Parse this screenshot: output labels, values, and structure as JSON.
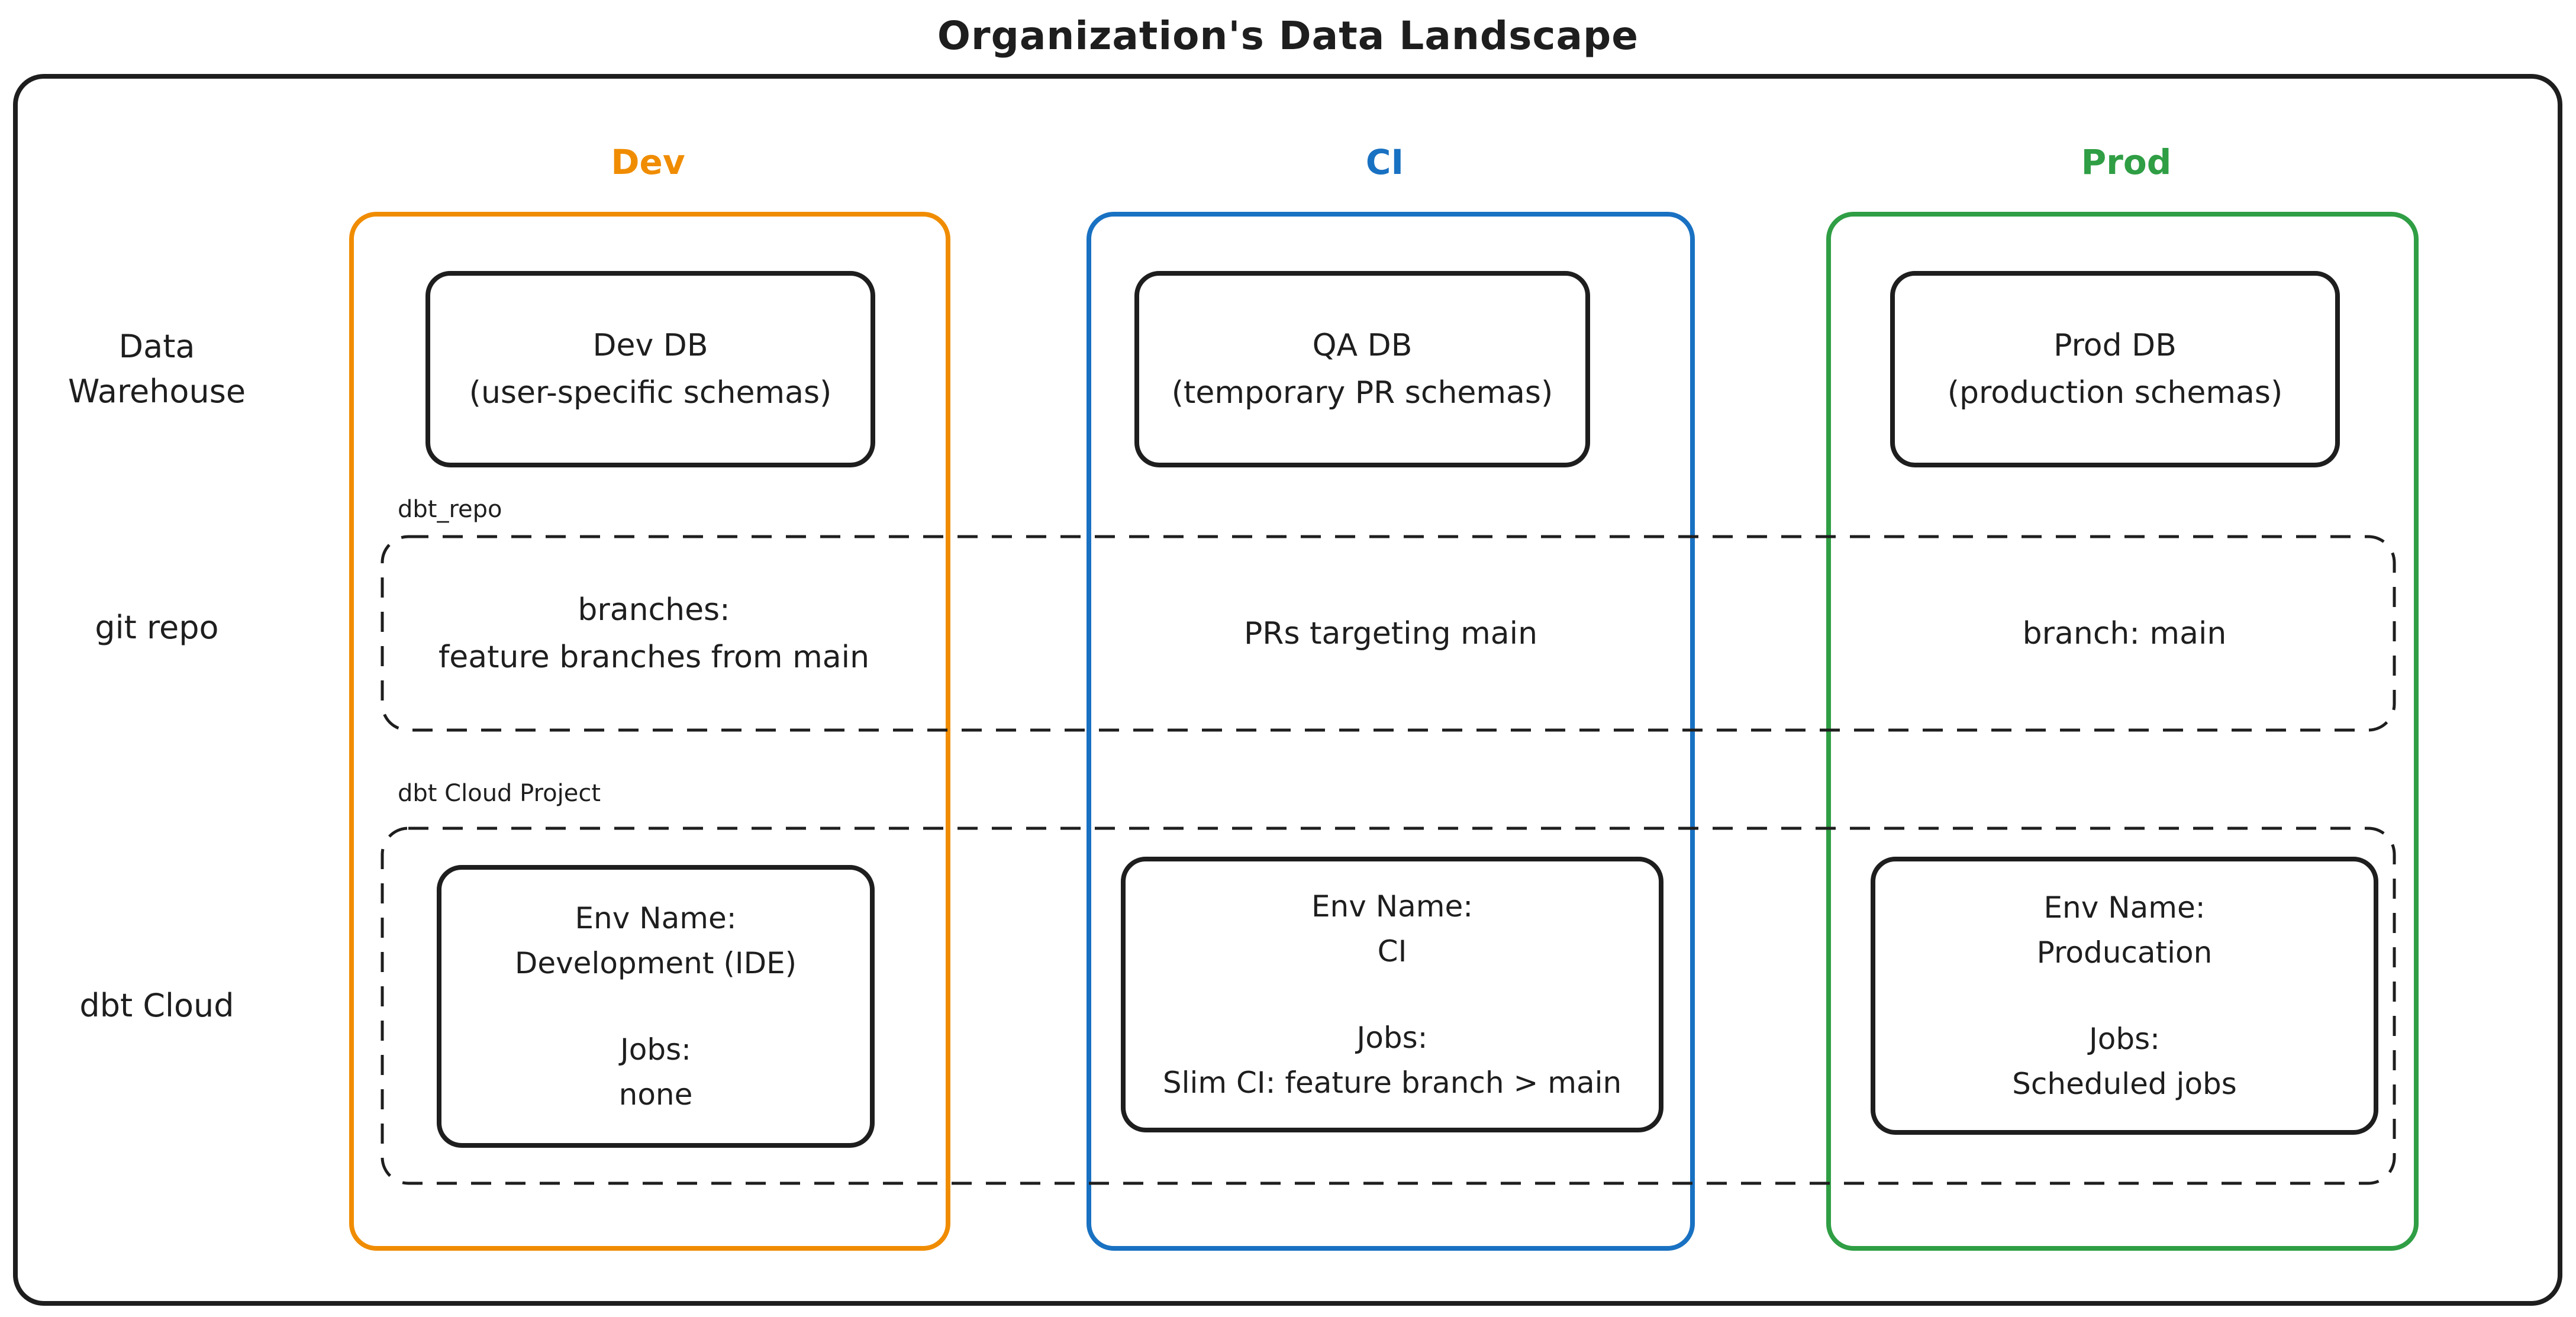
{
  "title": "Organization's Data Landscape",
  "colors": {
    "ink": "#1e1e1e",
    "dev_accent": "#f08c00",
    "ci_accent": "#1971c2",
    "prod_accent": "#2f9e44",
    "background": "#ffffff"
  },
  "row_labels": {
    "warehouse_line1": "Data",
    "warehouse_line2": "Warehouse",
    "git": "git repo",
    "cloud": "dbt Cloud"
  },
  "overlay_labels": {
    "git_repo": "dbt_repo",
    "cloud_project": "dbt Cloud Project"
  },
  "columns": [
    {
      "header": "Dev",
      "accent": "#f08c00",
      "warehouse": {
        "line1": "Dev DB",
        "line2": "(user-specific schemas)"
      },
      "git": {
        "line1": "branches:",
        "line2": "feature branches from main"
      },
      "cloud": {
        "env_label": "Env Name:",
        "env_value": "Development (IDE)",
        "jobs_label": "Jobs:",
        "jobs_value": "none"
      }
    },
    {
      "header": "CI",
      "accent": "#1971c2",
      "warehouse": {
        "line1": "QA DB",
        "line2": "(temporary PR schemas)"
      },
      "git": {
        "line1": "PRs targeting main"
      },
      "cloud": {
        "env_label": "Env Name:",
        "env_value": "CI",
        "jobs_label": "Jobs:",
        "jobs_value": "Slim CI: feature branch > main"
      }
    },
    {
      "header": "Prod",
      "accent": "#2f9e44",
      "warehouse": {
        "line1": "Prod DB",
        "line2": "(production schemas)"
      },
      "git": {
        "line1": "branch: main"
      },
      "cloud": {
        "env_label": "Env Name:",
        "env_value": "Producation",
        "jobs_label": "Jobs:",
        "jobs_value": "Scheduled jobs"
      }
    }
  ]
}
